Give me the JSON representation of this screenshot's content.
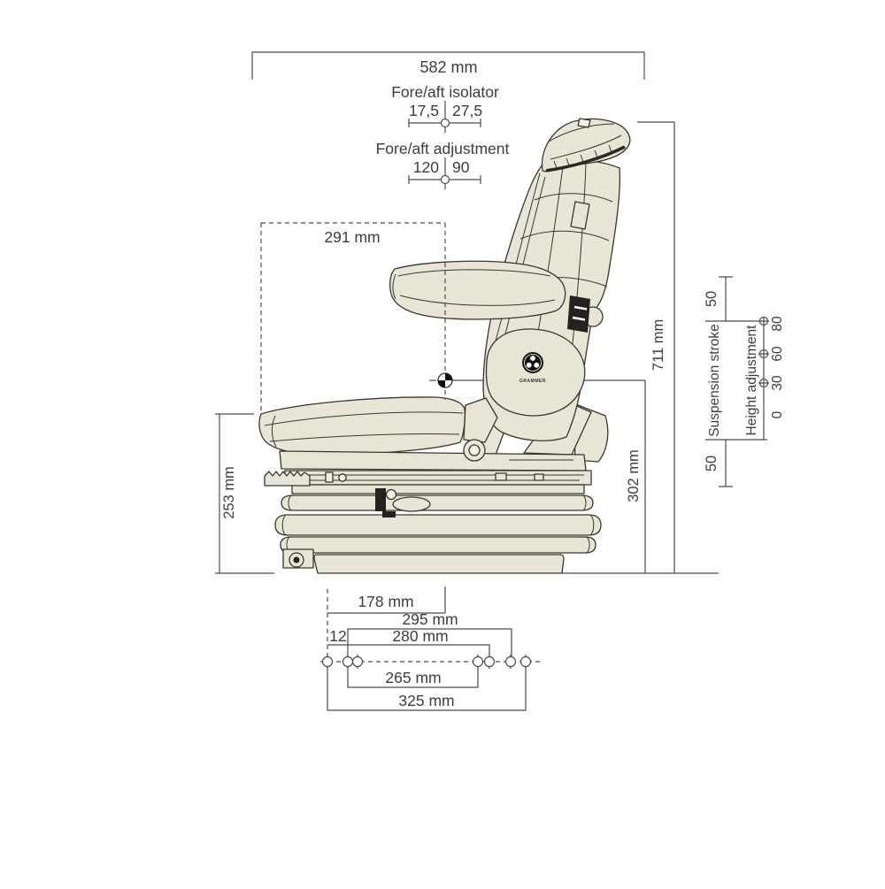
{
  "labels": {
    "width_582": "582 mm",
    "isolator_title": "Fore/aft isolator",
    "isolator_left": "17,5",
    "isolator_right": "27,5",
    "adjustment_title": "Fore/aft adjustment",
    "adjustment_left": "120",
    "adjustment_right": "90",
    "dim_291": "291 mm",
    "dim_253": "253 mm",
    "dim_302": "302 mm",
    "dim_711": "711 mm",
    "suspension_stroke": "Suspension stroke",
    "suspension_top_50": "50",
    "suspension_bottom_50": "50",
    "height_adjustment": "Height adjustment",
    "height_tick_80": "80",
    "height_tick_60": "60",
    "height_tick_30": "30",
    "height_tick_0": "0",
    "dim_178": "178 mm",
    "dim_295": "295 mm",
    "dim_12": "12",
    "dim_280": "280 mm",
    "dim_265": "265 mm",
    "dim_325": "325 mm",
    "brand": "GRAMMER"
  },
  "colors": {
    "seat_fill": "#e9e5d6",
    "seat_fill_light": "#f2efe4",
    "outline": "#38372f",
    "dimension_line": "#4c4c4c",
    "text": "#3d3d3d"
  }
}
